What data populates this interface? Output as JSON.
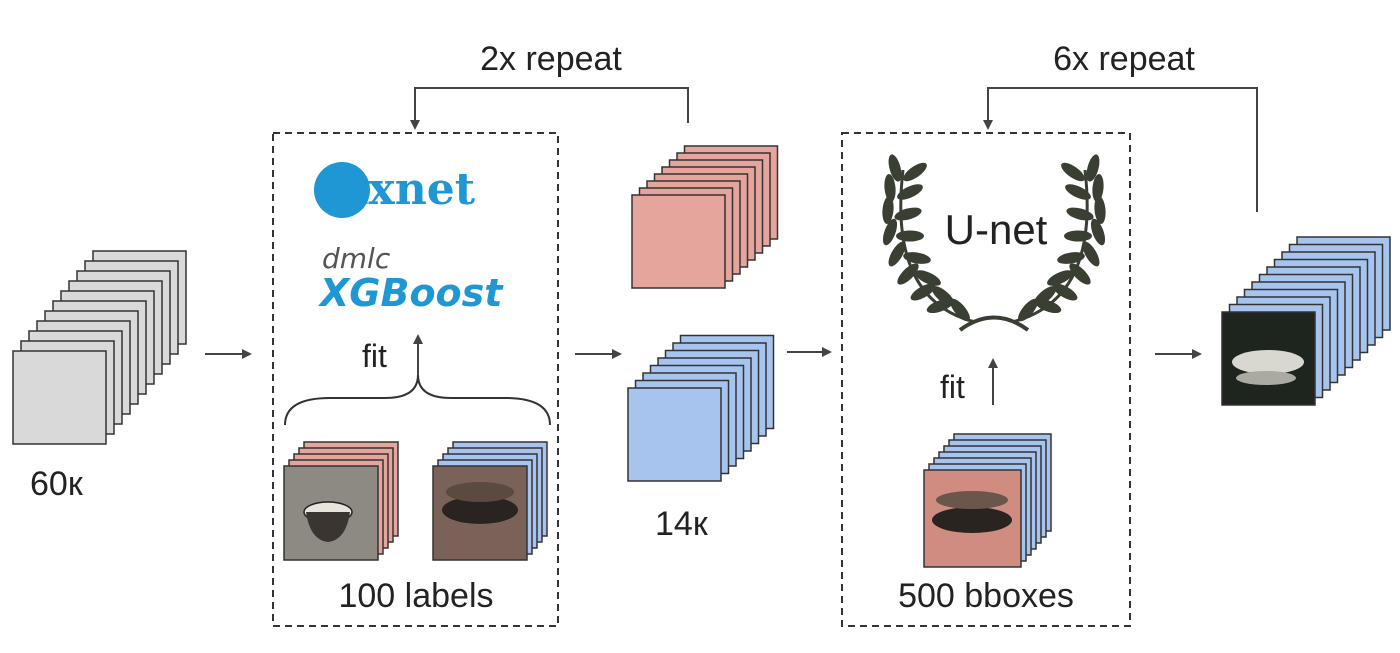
{
  "labels": {
    "input_count": "60к",
    "output_count_14k": "14к",
    "repeat_left": "2x repeat",
    "repeat_right": "6x repeat",
    "fit_left": "fit",
    "fit_right": "fit",
    "labels_caption": "100 labels",
    "bboxes_caption": "500 bboxes",
    "mxnet_logo_text": "mxnet",
    "dmlc_text": "dmlc",
    "xgboost_text": "XGBoost",
    "unet_text": "U-net"
  },
  "colors": {
    "gray_card": "#d9d9d9",
    "red_card": "#e6a59c",
    "blue_card": "#a7c4ef",
    "logo_blue": "#1f97d4",
    "laurel": "#3a3f33",
    "stroke": "#333333"
  },
  "icons": [
    "mxnet-logo",
    "xgboost-logo",
    "laurel-wreath-icon",
    "photo-thumbnail"
  ]
}
